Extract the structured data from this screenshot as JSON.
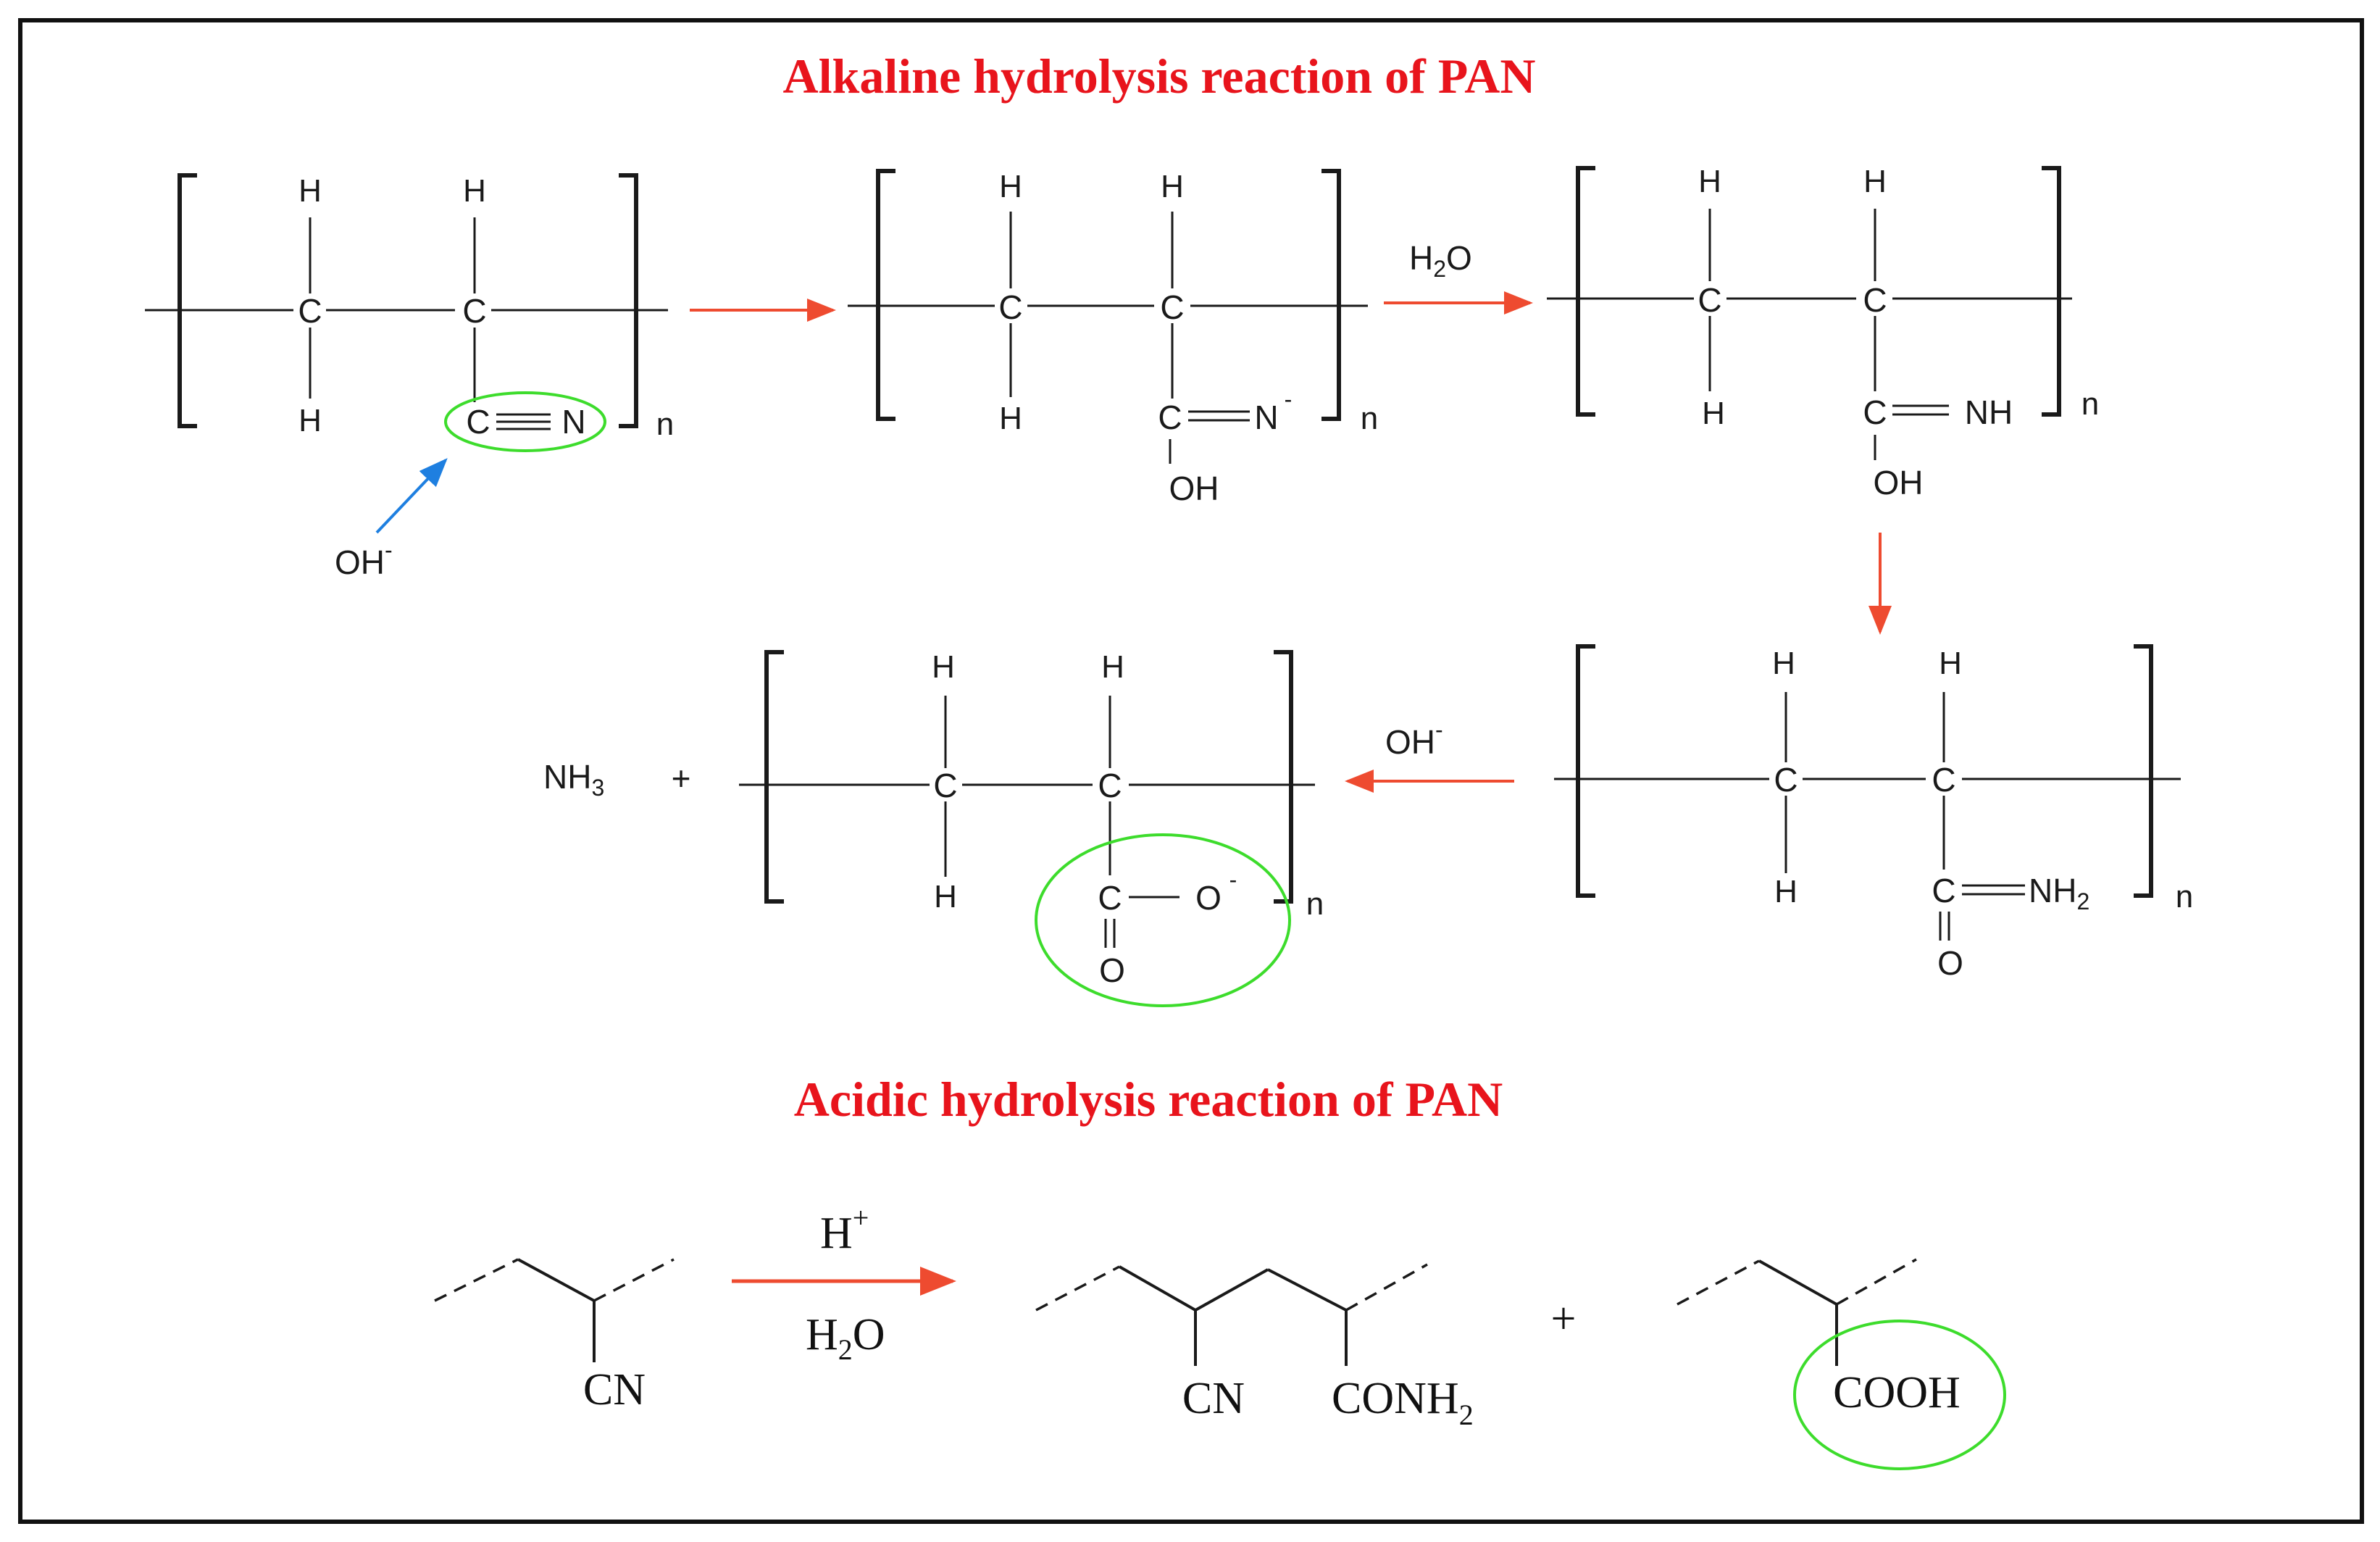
{
  "colors": {
    "title": "#e8141c",
    "arrow": "#ee4b30",
    "attack_arrow": "#1e7fe0",
    "highlight": "#3ddc2c",
    "border": "#111111"
  },
  "alkaline": {
    "title": "Alkaline hydrolysis reaction of PAN",
    "atoms": {
      "H": "H",
      "C": "C",
      "N": "N",
      "OH": "OH",
      "O": "O",
      "NH": "NH",
      "NH2_base": "NH",
      "sub2": "2",
      "minus": "-",
      "n": "n"
    },
    "reagents": {
      "hydroxide": "OH",
      "hydroxide_charge": "-",
      "water_base": "H",
      "water_sub": "2",
      "water_tail": "O",
      "ammonia_base": "NH",
      "ammonia_sub": "3",
      "plus": "+"
    }
  },
  "acidic": {
    "title": "Acidic hydrolysis reaction of PAN",
    "reagents": {
      "proton": "H",
      "proton_charge": "+",
      "water_base": "H",
      "water_sub": "2",
      "water_tail": "O"
    },
    "groups": {
      "nitrile": "CN",
      "amide_base": "CONH",
      "amide_sub": "2",
      "acid": "COOH",
      "plus": "+"
    }
  }
}
